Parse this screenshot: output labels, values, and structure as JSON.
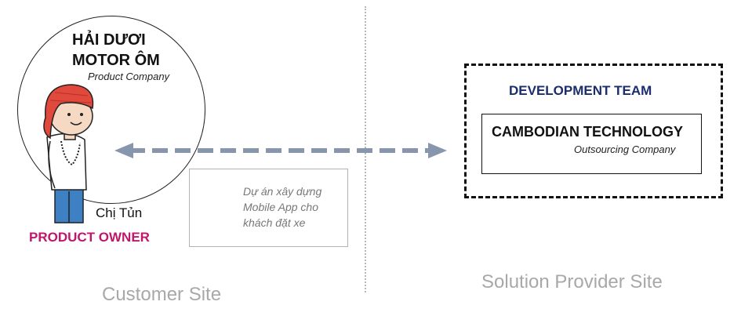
{
  "customer": {
    "company_line1": "HẢI DƯƠI",
    "company_line2": "MOTOR ÔM",
    "company_type": "Product Company",
    "person_name": "Chị Tủn",
    "role": "PRODUCT OWNER",
    "site_label": "Customer Site"
  },
  "project": {
    "description_line1": "Dự án xây dựng",
    "description_line2": "Mobile App cho",
    "description_line3": "khách đặt xe",
    "icon": "mobile-app-icon"
  },
  "provider": {
    "team_label": "DEVELOPMENT TEAM",
    "company_name": "CAMBODIAN TECHNOLOGY",
    "company_type": "Outsourcing Company",
    "site_label": "Solution Provider Site"
  },
  "colors": {
    "role": "#c0166c",
    "team_label": "#1b2d6b",
    "arrow": "#8896ad",
    "site_label": "#a8a8a8"
  }
}
